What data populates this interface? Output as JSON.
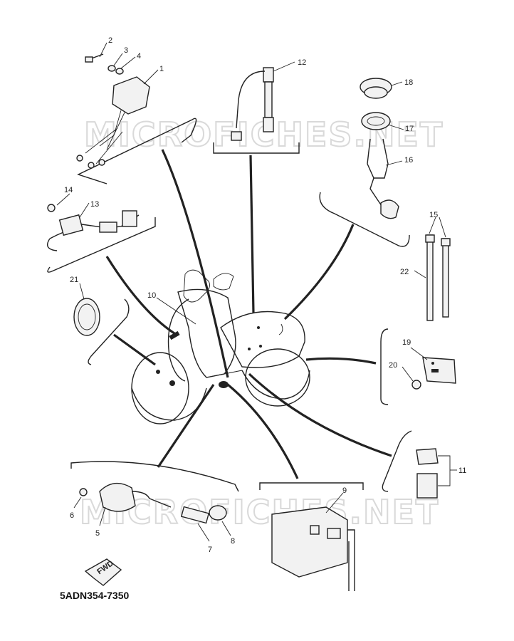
{
  "watermark": "MICROFICHES.NET",
  "diagram_code": "5ADN354-7350",
  "fwd_label": "FWD",
  "parts": [
    {
      "key": "p1",
      "label": "1"
    },
    {
      "key": "p2",
      "label": "2"
    },
    {
      "key": "p3",
      "label": "3"
    },
    {
      "key": "p4",
      "label": "4"
    },
    {
      "key": "p5",
      "label": "5"
    },
    {
      "key": "p6",
      "label": "6"
    },
    {
      "key": "p7",
      "label": "7"
    },
    {
      "key": "p8",
      "label": "8"
    },
    {
      "key": "p9",
      "label": "9"
    },
    {
      "key": "p10",
      "label": "10"
    },
    {
      "key": "p11",
      "label": "11"
    },
    {
      "key": "p12",
      "label": "12"
    },
    {
      "key": "p13",
      "label": "13"
    },
    {
      "key": "p14",
      "label": "14"
    },
    {
      "key": "p15",
      "label": "15"
    },
    {
      "key": "p16",
      "label": "16"
    },
    {
      "key": "p17",
      "label": "17"
    },
    {
      "key": "p18",
      "label": "18"
    },
    {
      "key": "p19",
      "label": "19"
    },
    {
      "key": "p20",
      "label": "20"
    },
    {
      "key": "p21",
      "label": "21"
    },
    {
      "key": "p22",
      "label": "22"
    }
  ]
}
